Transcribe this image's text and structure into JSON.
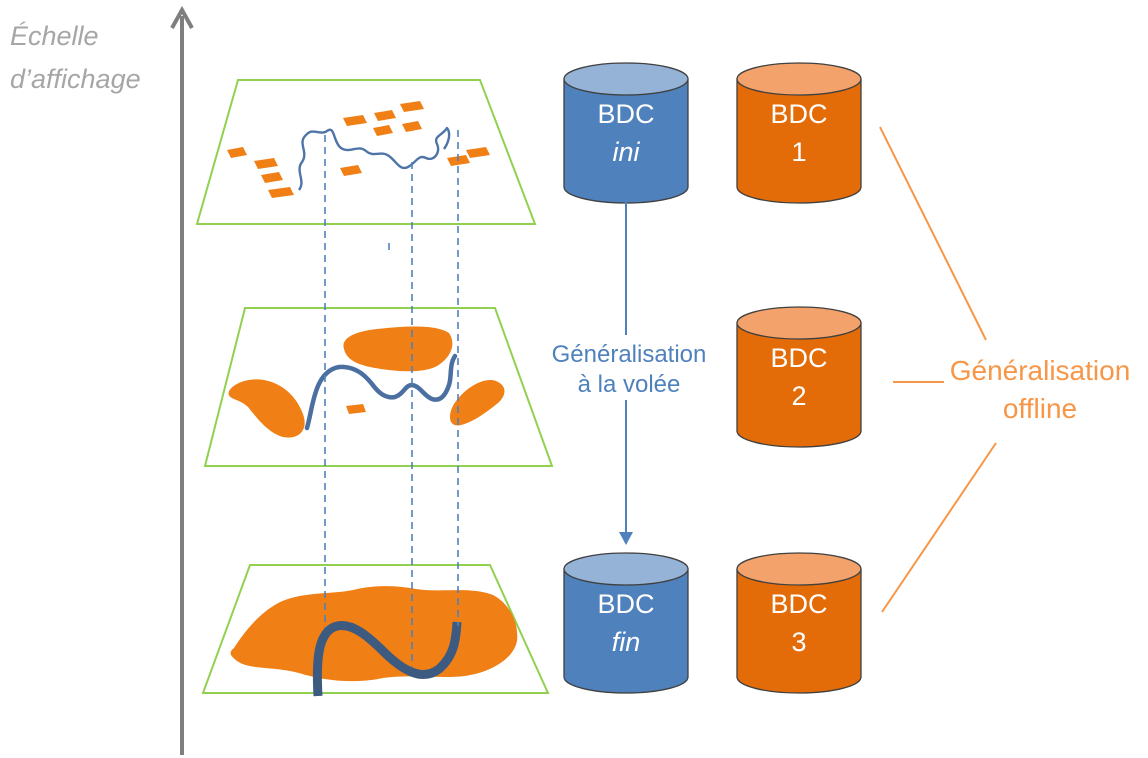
{
  "axis": {
    "label_line1": "Échelle",
    "label_line2": "d’affichage"
  },
  "databases": {
    "ini": {
      "line1": "BDC",
      "line2": "ini"
    },
    "fin": {
      "line1": "BDC",
      "line2": "fin"
    },
    "bdc1": {
      "line1": "BDC",
      "line2": "1"
    },
    "bdc2": {
      "line1": "BDC",
      "line2": "2"
    },
    "bdc3": {
      "line1": "BDC",
      "line2": "3"
    }
  },
  "on_the_fly": {
    "line1": "Généralisation",
    "line2": "à la volée"
  },
  "offline": {
    "line1": "Généralisation",
    "line2": "offline"
  },
  "colors": {
    "blue": "#4f81bd",
    "blue_top": "#95b3d7",
    "orange": "#e36c09",
    "orange_top": "#f2a26a",
    "orange_text": "#f79646",
    "map_frame": "#92d050",
    "map_fill": "#f07f16",
    "river": "#4d6b94",
    "axis": "#7f7f7f"
  }
}
